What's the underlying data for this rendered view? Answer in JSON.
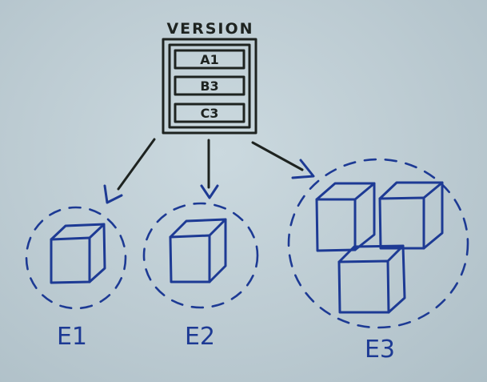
{
  "version_box": {
    "title": "VERSION",
    "entries": [
      "A1",
      "B3",
      "C3"
    ]
  },
  "groups": [
    {
      "label": "E1",
      "cubes": 1
    },
    {
      "label": "E2",
      "cubes": 1
    },
    {
      "label": "E3",
      "cubes": 3
    }
  ],
  "colors": {
    "background": "#bfcfd6",
    "version_ink": "#1e2320",
    "entity_ink": "#1d3a94"
  }
}
